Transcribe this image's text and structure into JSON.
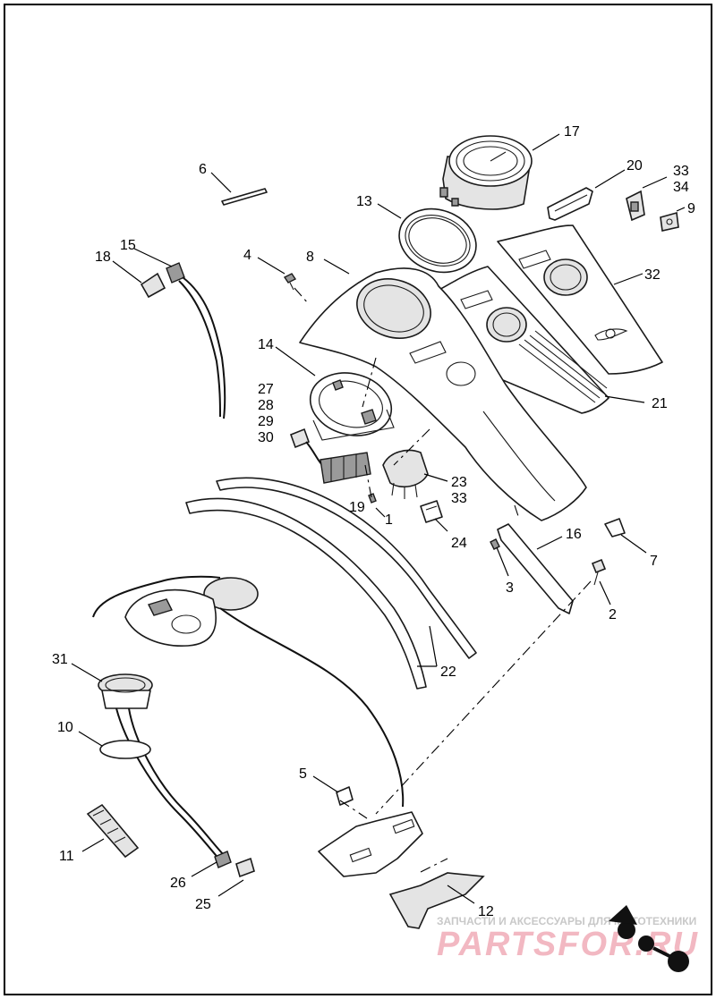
{
  "callouts": {
    "c1": "1",
    "c2": "2",
    "c3": "3",
    "c4": "4",
    "c5": "5",
    "c6": "6",
    "c7": "7",
    "c8": "8",
    "c9": "9",
    "c10": "10",
    "c11": "11",
    "c12": "12",
    "c13": "13",
    "c14": "14",
    "c15": "15",
    "c16": "16",
    "c17": "17",
    "c18": "18",
    "c19": "19",
    "c20": "20",
    "c21": "21",
    "c22": "22",
    "c23": "23",
    "c24": "24",
    "c25": "25",
    "c26": "26",
    "c27": "27",
    "c28": "28",
    "c29": "29",
    "c30": "30",
    "c31": "31",
    "c32": "32",
    "c33a": "33",
    "c33b": "33",
    "c34": "34"
  },
  "watermark": {
    "tagline": "ЗАПЧАСТИ И АКСЕССУАРЫ ДЛЯ МОТОТЕХНИКИ",
    "brand": "PARTSFOR.RU"
  },
  "colors": {
    "line": "#1a1a1a",
    "watermark_brand": "#f2b8c2",
    "watermark_text": "#c8c8c8"
  }
}
